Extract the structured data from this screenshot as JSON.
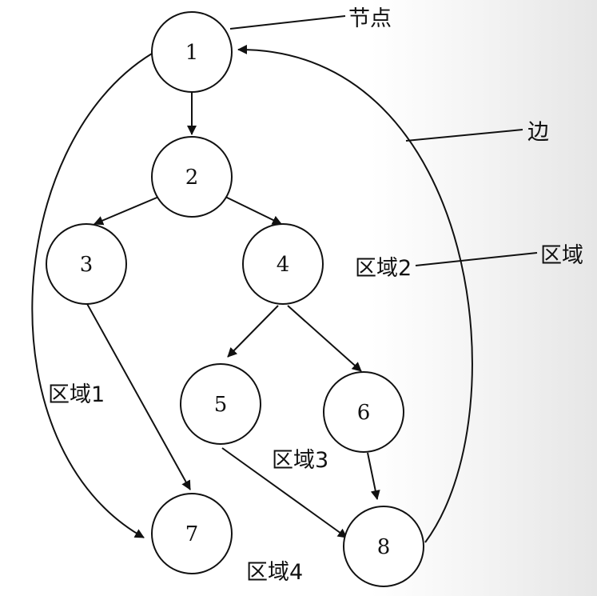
{
  "nodes": [
    {
      "id": "1",
      "label": "1"
    },
    {
      "id": "2",
      "label": "2"
    },
    {
      "id": "3",
      "label": "3"
    },
    {
      "id": "4",
      "label": "4"
    },
    {
      "id": "5",
      "label": "5"
    },
    {
      "id": "6",
      "label": "6"
    },
    {
      "id": "7",
      "label": "7"
    },
    {
      "id": "8",
      "label": "8"
    }
  ],
  "edges": [
    {
      "from": "1",
      "to": "2"
    },
    {
      "from": "2",
      "to": "3"
    },
    {
      "from": "2",
      "to": "4"
    },
    {
      "from": "4",
      "to": "5"
    },
    {
      "from": "4",
      "to": "6"
    },
    {
      "from": "3",
      "to": "7"
    },
    {
      "from": "5",
      "to": "8"
    },
    {
      "from": "6",
      "to": "8"
    },
    {
      "from": "1",
      "to": "7"
    },
    {
      "from": "8",
      "to": "1"
    }
  ],
  "regions": {
    "r1": "区域1",
    "r2": "区域2",
    "r3": "区域3",
    "r4": "区域4"
  },
  "annotations": {
    "node": "节点",
    "edge": "边",
    "region": "区域"
  }
}
